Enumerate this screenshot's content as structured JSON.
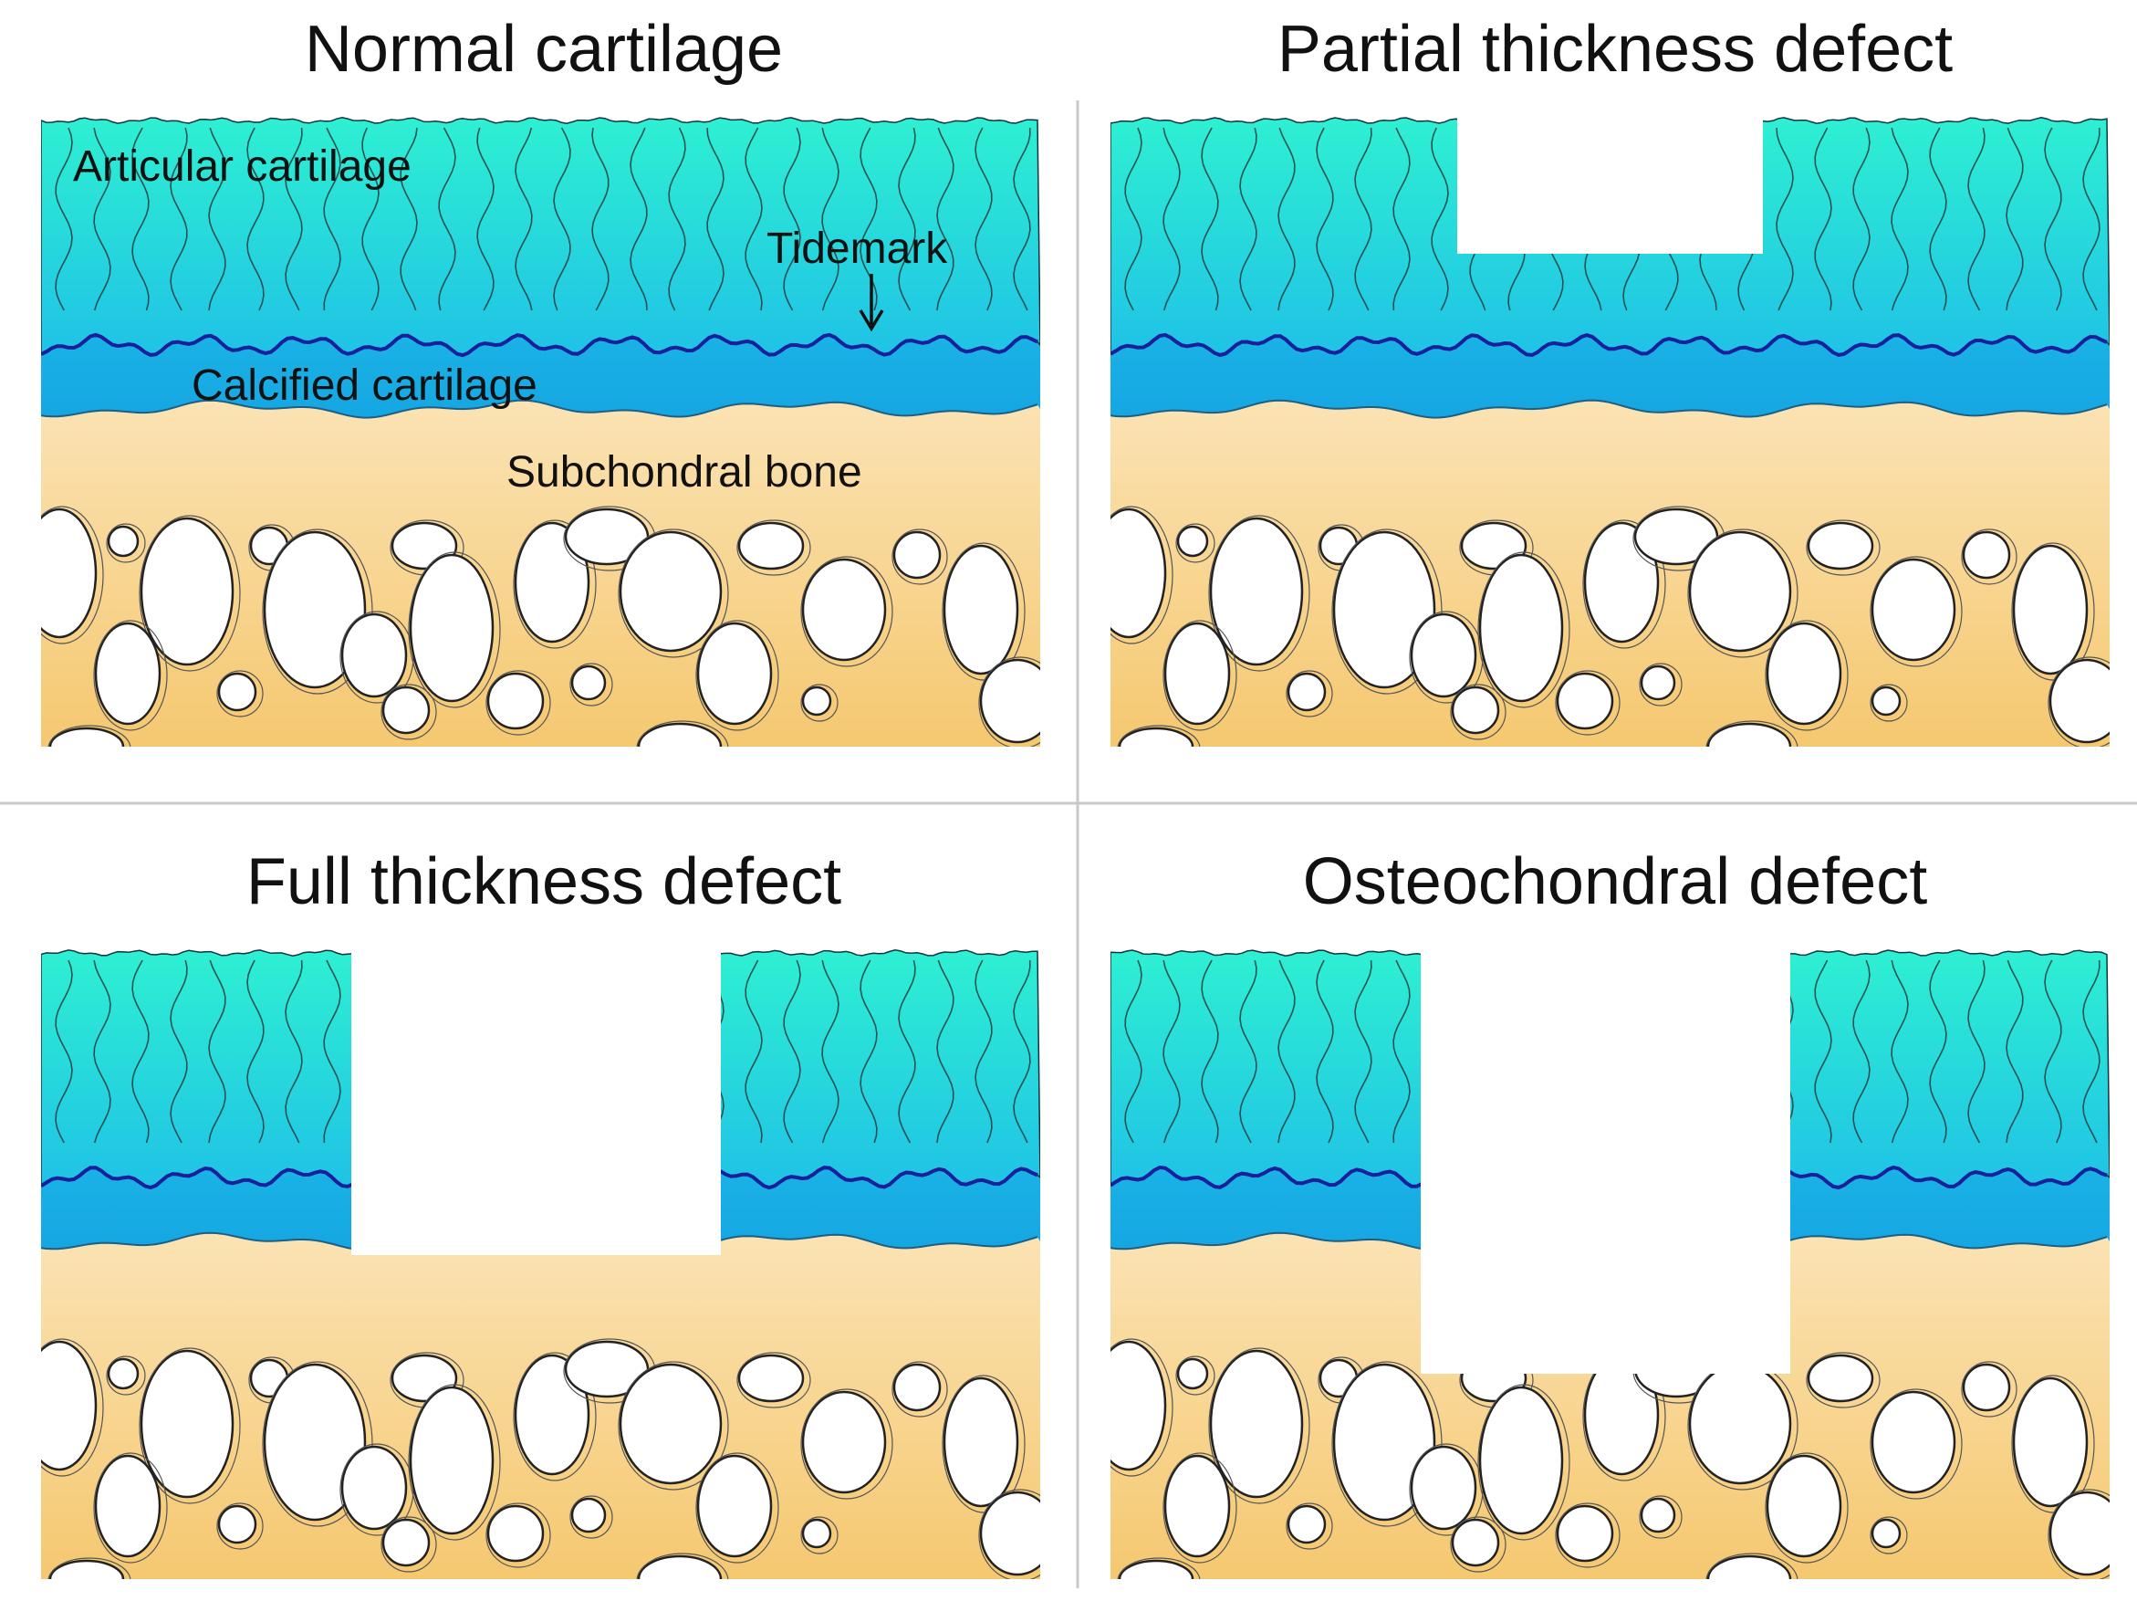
{
  "panels": [
    {
      "id": "normal",
      "title": "Normal cartilage",
      "defect": "none",
      "labels": {
        "articular": "Articular cartilage",
        "tidemark": "Tidemark",
        "calcified": "Calcified cartilage",
        "bone": "Subchondral bone"
      }
    },
    {
      "id": "partial",
      "title": "Partial thickness defect",
      "defect": "partial"
    },
    {
      "id": "full",
      "title": "Full thickness defect",
      "defect": "full"
    },
    {
      "id": "osteochondral",
      "title": "Osteochondral defect",
      "defect": "osteochondral"
    }
  ],
  "colors": {
    "articular_top": "#2ef0d2",
    "articular_bottom": "#1fc2e6",
    "calcified_top": "#1ab4e6",
    "calcified_bottom": "#16a6e2",
    "bone_top": "#fbe3b4",
    "bone_bottom": "#f5c870",
    "tidemark": "#1a1f9c",
    "fiber": "#2b3a3a",
    "divider": "#c8c8c8"
  }
}
